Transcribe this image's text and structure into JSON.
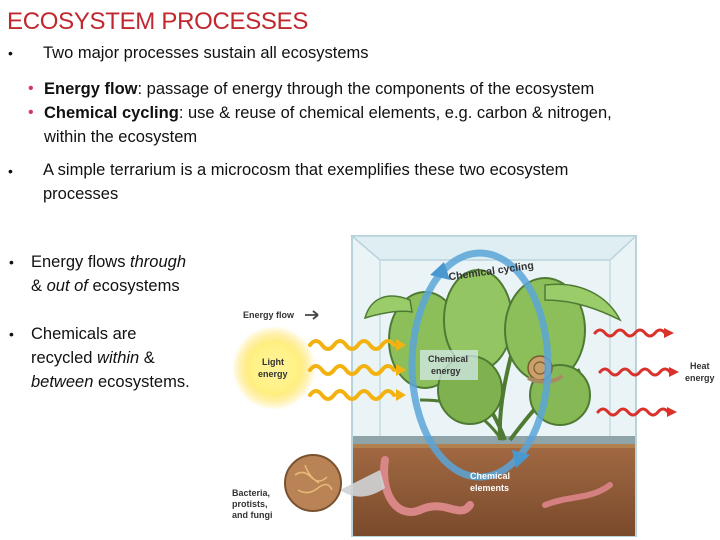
{
  "slide": {
    "title": "ECOSYSTEM PROCESSES",
    "bullet_main": "Two major processes sustain all ecosystems",
    "energy_flow_term": "Energy flow",
    "energy_flow_def": ": passage of energy through the components of the ecosystem",
    "chem_cycling_term": "Chemical cycling",
    "chem_cycling_def_1": ": use & reuse of chemical elements, e.g. carbon & nitrogen,",
    "chem_cycling_def_2": "within the ecosystem",
    "terrarium_1": "A simple terrarium is a microcosm that exemplifies these two ecosystem",
    "terrarium_2": "processes",
    "flows_1a": "Energy flows ",
    "flows_1b": "through",
    "flows_2a": "& ",
    "flows_2b": "out of",
    "flows_2c": " ecosystems",
    "chem_1": "Chemicals are",
    "chem_2a": "recycled ",
    "chem_2b": "within",
    "chem_2c": " &",
    "chem_3a": "between",
    "chem_3b": " ecosystems."
  },
  "diagram": {
    "chemical_cycling": "Chemical cycling",
    "energy_flow": "Energy flow",
    "light_1": "Light",
    "light_2": "energy",
    "chem_energy_1": "Chemical",
    "chem_energy_2": "energy",
    "heat_1": "Heat",
    "heat_2": "energy",
    "chem_elements_1": "Chemical",
    "chem_elements_2": "elements",
    "bacteria_1": "Bacteria,",
    "bacteria_2": "protists,",
    "bacteria_3": "and fungi"
  },
  "colors": {
    "title": "#c0282d",
    "bullet_sub": "#d6336c",
    "cycle_arrow": "#5aa5d8",
    "heat_arrow": "#d8322a",
    "light_arrow": "#f2b312"
  }
}
